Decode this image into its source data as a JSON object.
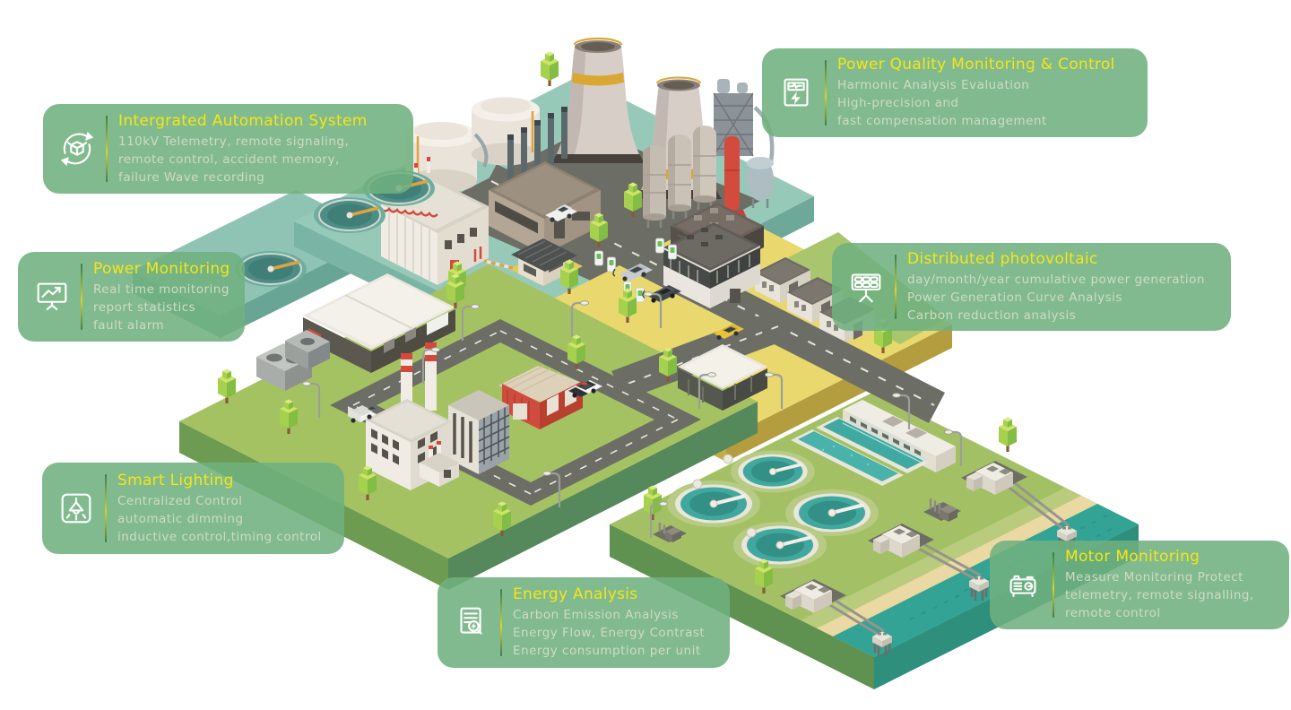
{
  "page": {
    "background": "#ffffff"
  },
  "palette": {
    "callout_bg": "rgba(111,176,126,0.88)",
    "title_color": "#f5e616",
    "body_color": "#d0dac5",
    "plate_teal": "#97c9b9",
    "plate_yellow": "#e9d86e",
    "plate_green": "#a5c263",
    "water": "#33a396",
    "road": "#6c6e66",
    "gold_band": "#d9a833",
    "red_accent": "#cf4c3e"
  },
  "callouts": [
    {
      "name": "integrated-automation-system",
      "icon": "automation-cycle-icon",
      "title": "Intergrated Automation System",
      "lines": [
        "110kV Telemetry, remote signaling,",
        "remote control, accident memory,",
        "failure Wave recording"
      ]
    },
    {
      "name": "power-quality-monitoring-control",
      "icon": "power-quality-meter-icon",
      "title": "Power Quality Monitoring & Control",
      "lines": [
        "Harmonic Analysis Evaluation",
        "High-precision and",
        "fast compensation management"
      ]
    },
    {
      "name": "power-monitoring",
      "icon": "monitor-chart-icon",
      "title": "Power Monitoring",
      "lines": [
        "Real time monitoring",
        "report statistics",
        "fault alarm"
      ]
    },
    {
      "name": "distributed-photovoltaic",
      "icon": "solar-panel-icon",
      "title": "Distributed photovoltaic",
      "lines": [
        "day/month/year cumulative power generation",
        "Power Generation Curve Analysis",
        "Carbon reduction analysis"
      ]
    },
    {
      "name": "smart-lighting",
      "icon": "pendant-lamp-icon",
      "title": "Smart Lighting",
      "lines": [
        "Centralized Control",
        "automatic dimming",
        "inductive control,timing control"
      ]
    },
    {
      "name": "energy-analysis",
      "icon": "report-magnifier-icon",
      "title": "Energy Analysis",
      "lines": [
        "Carbon Emission Analysis",
        "Energy Flow, Energy Contrast",
        "Energy consumption per unit"
      ]
    },
    {
      "name": "motor-monitoring",
      "icon": "generator-icon",
      "title": "Motor Monitoring",
      "lines": [
        "Measure Monitoring Protect",
        "telemetry, remote signalling,",
        "remote control"
      ]
    }
  ]
}
